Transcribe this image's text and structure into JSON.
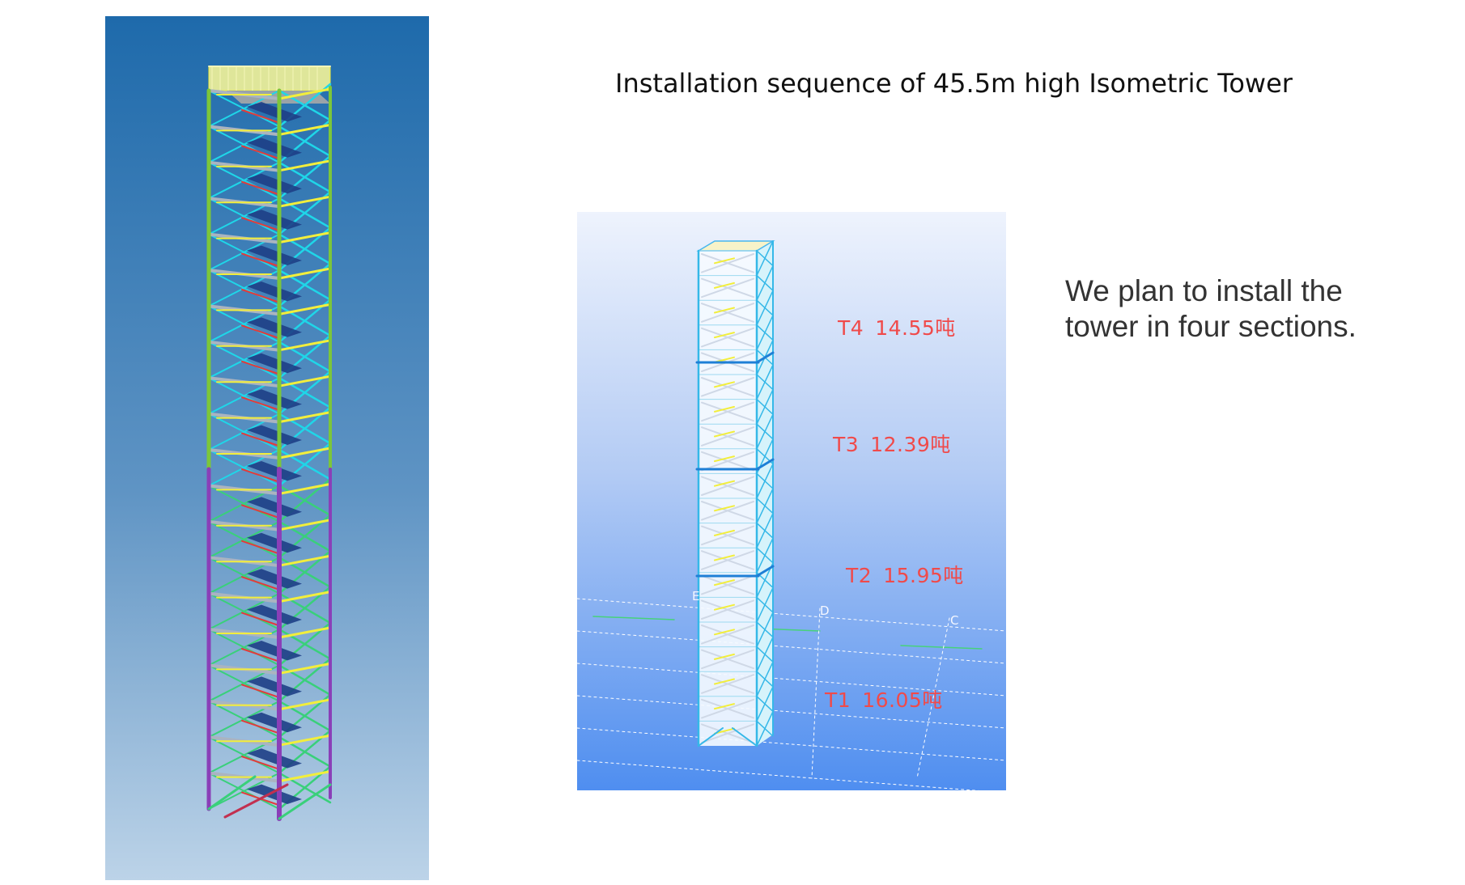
{
  "title": "Installation sequence of 45.5m high Isometric Tower",
  "plan_text": {
    "line1": "We plan to install the",
    "line2": "tower in four sections."
  },
  "sections": [
    {
      "id": "T4",
      "weight": "14.55吨"
    },
    {
      "id": "T3",
      "weight": "12.39吨"
    },
    {
      "id": "T2",
      "weight": "15.95吨"
    },
    {
      "id": "T1",
      "weight": "16.05吨"
    }
  ],
  "grid_labels": [
    "E",
    "D",
    "C"
  ],
  "colors": {
    "left_bg_top": "#1e6aab",
    "left_bg_bottom": "#b9d0e6",
    "right_bg_top": "#eef3fd",
    "right_bg_bottom": "#4f8ef0",
    "label_red": "#f04a4a",
    "upper_frame": "#7cc63a",
    "lower_frame": "#8a3fb8",
    "brace_cyan": "#1fd6e8",
    "beam_yellow": "#f2ee3c",
    "stair_red": "#e23b3b"
  }
}
